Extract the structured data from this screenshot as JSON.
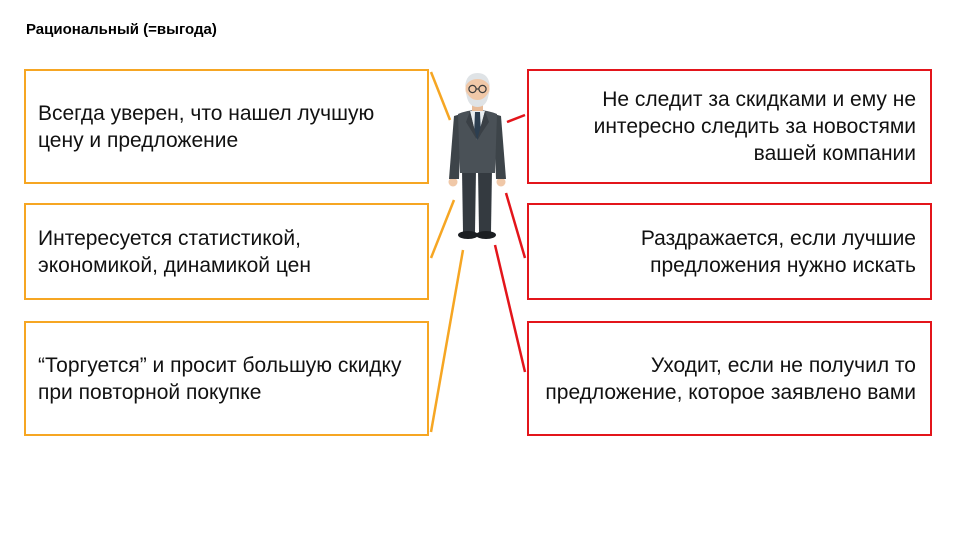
{
  "title": "Рациональный (=выгода)",
  "colors": {
    "left_border": "#f6a623",
    "right_border": "#e3151b"
  },
  "left_items": [
    {
      "text": "Всегда уверен, что нашел лучшую цену и предложение"
    },
    {
      "text": "Интересуется статистикой, экономикой, динамикой цен"
    },
    {
      "text": "“Торгуется” и просит большую скидку при повторной покупке"
    }
  ],
  "right_items": [
    {
      "text": "Не следит за скидками и ему не интересно следить за новостями вашей компании"
    },
    {
      "text": "Раздражается, если лучшие предложения нужно искать"
    },
    {
      "text": "Уходит, если не получил то предложение, которое заявлено вами"
    }
  ],
  "figure": {
    "icon": "businessman-icon"
  }
}
